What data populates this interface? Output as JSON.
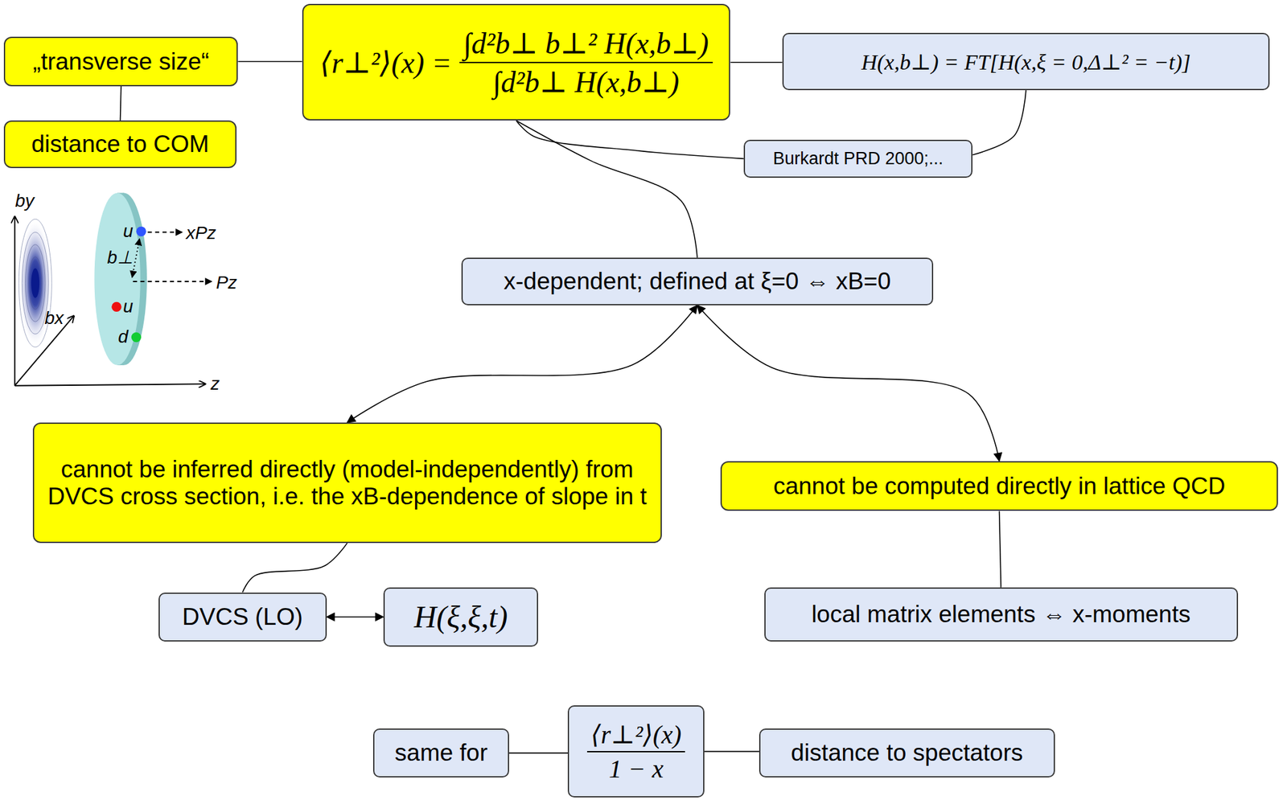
{
  "diagram": {
    "nodes": [
      {
        "text": [
          "„transverse size“"
        ]
      },
      {
        "text": [
          "⟨r⊥²⟩(x) =",
          "∫d²b⊥ b⊥² H(x,b⊥)",
          "∫d²b⊥ H(x,b⊥)"
        ]
      },
      {
        "text": [
          "H(x,b⊥) = FT[H(x,ξ = 0,Δ⊥² = −t)]"
        ]
      },
      {
        "text": [
          "distance to COM"
        ]
      },
      {
        "text": [
          "Burkardt PRD 2000;..."
        ]
      },
      {
        "text": [
          "x-dependent; defined at ξ=0 ⇔ xB=0"
        ]
      },
      {
        "text": [
          "cannot be inferred directly (model-independently) from DVCS cross section, i.e. the xB-dependence of slope in t"
        ]
      },
      {
        "text": [
          "cannot be computed directly in lattice QCD"
        ]
      },
      {
        "text": [
          "DVCS (LO)"
        ]
      },
      {
        "text": [
          "H(ξ,ξ,t)"
        ]
      },
      {
        "text": [
          "local matrix elements ⇔ x-moments"
        ]
      },
      {
        "text": [
          "same for"
        ]
      },
      {
        "text": [
          "⟨r⊥²⟩(x)",
          "1 − x"
        ]
      },
      {
        "text": [
          "distance to spectators"
        ]
      }
    ],
    "edges": [
      {
        "from": 0,
        "to": 1,
        "arrow": "none"
      },
      {
        "from": 0,
        "to": 3,
        "arrow": "none"
      },
      {
        "from": 1,
        "to": 2,
        "arrow": "none"
      },
      {
        "from": 1,
        "to": 4,
        "arrow": "none"
      },
      {
        "from": 2,
        "to": 4,
        "arrow": "none"
      },
      {
        "from": 1,
        "to": 5,
        "arrow": "none"
      },
      {
        "from": 5,
        "to": 6,
        "arrow": "both"
      },
      {
        "from": 5,
        "to": 7,
        "arrow": "both"
      },
      {
        "from": 6,
        "to": 8,
        "arrow": "none"
      },
      {
        "from": 8,
        "to": 9,
        "arrow": "both"
      },
      {
        "from": 7,
        "to": 10,
        "arrow": "none"
      },
      {
        "from": 11,
        "to": 12,
        "arrow": "none"
      },
      {
        "from": 12,
        "to": 13,
        "arrow": "none"
      }
    ],
    "labels": [
      "by",
      "u",
      "xPz",
      "b⊥",
      "Pz",
      "u",
      "bx",
      "d",
      "z"
    ]
  }
}
